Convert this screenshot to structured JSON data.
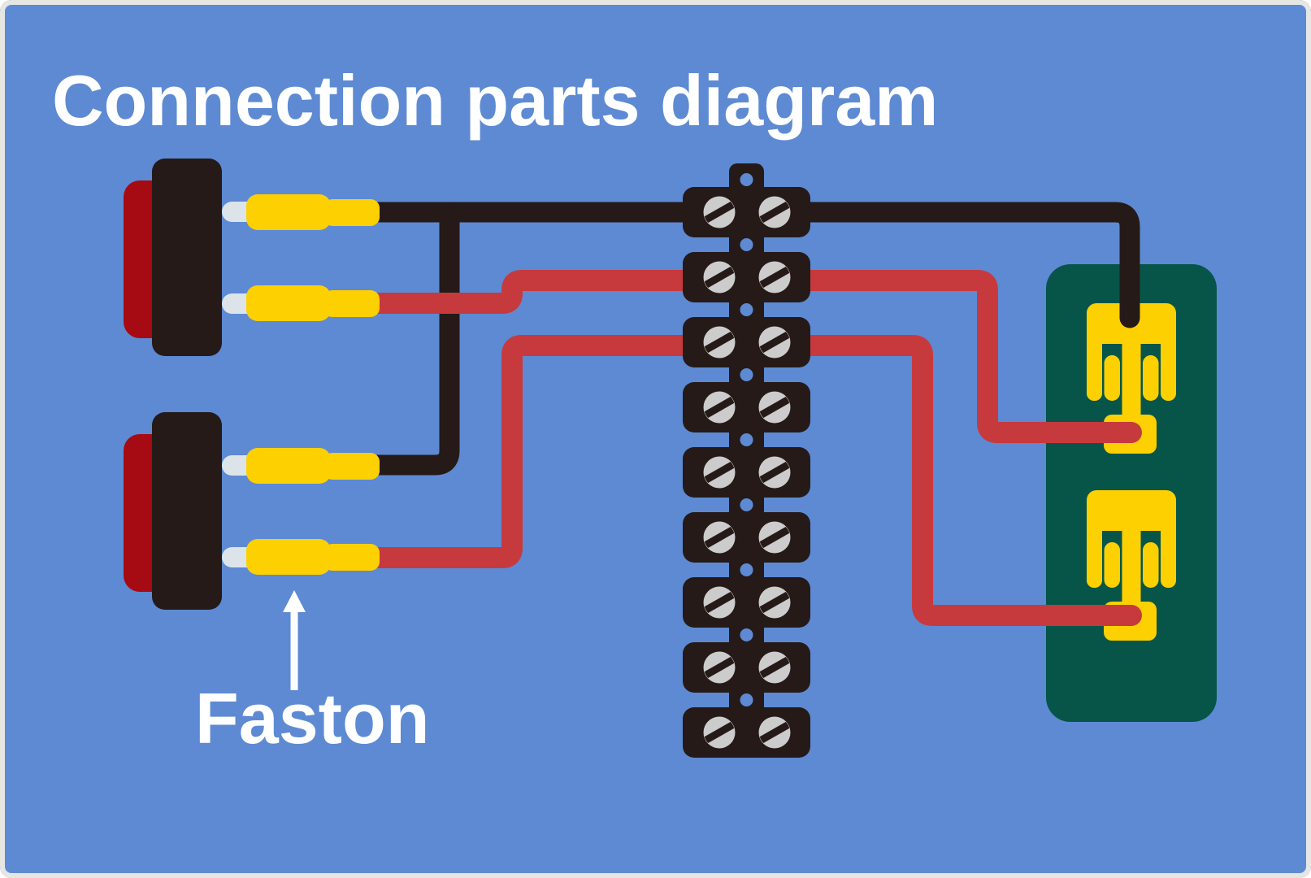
{
  "title": "Connection parts diagram",
  "annotation": {
    "label": "Faston",
    "arrow_direction": "up"
  },
  "colors": {
    "background": "#5d8ad3",
    "frame": "#e6e7e2",
    "black": "#251a17",
    "wire_red": "#c63a3e",
    "housing_red": "#a60a12",
    "connector_yellow": "#fdd002",
    "tab_white": "#dce4e9",
    "screw_gray": "#cccccc",
    "pcb_green": "#065548",
    "text_white": "#ffffff"
  },
  "components": {
    "switches": {
      "count": 2
    },
    "faston_connectors": {
      "count": 4
    },
    "terminal_block": {
      "segment_count": 9,
      "screws_per_segment": 2
    },
    "pcb": {
      "connector_count": 2
    },
    "wires": {
      "black_count": 2,
      "red_count": 2
    }
  }
}
